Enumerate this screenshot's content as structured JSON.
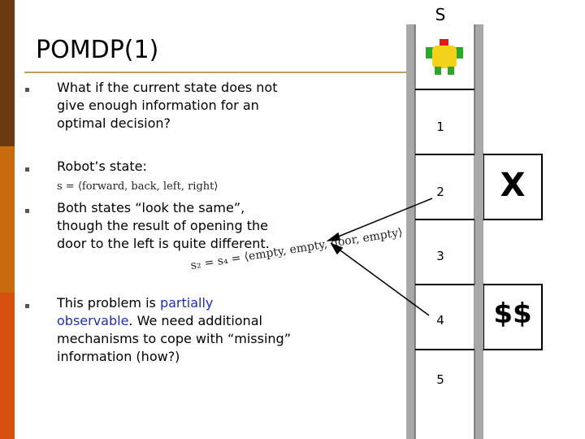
{
  "slide": {
    "title": "POMDP(1)",
    "bullets": [
      {
        "text": "What if the current state does not give enough information for an optimal decision?"
      },
      {
        "text": "Robot’s state:"
      },
      {
        "text": "Both states “look the same”, though the result of opening the door to the left is quite different."
      },
      {
        "text_before": "This problem is ",
        "highlight": "partially observable",
        "text_after": ". We need additional mechanisms to cope with “missing” information (how?)"
      }
    ],
    "formula_state": "s = ⟨forward, back, left, right⟩",
    "formula_s2s4": "s₂ = s₄ = ⟨empty, empty, door, empty⟩"
  },
  "grid": {
    "header": "S",
    "cells": [
      "1",
      "2",
      "3",
      "4",
      "5"
    ],
    "side_marks": {
      "x": "X",
      "dollars": "$$"
    }
  },
  "colors": {
    "stripe_top": "#6b3a0e",
    "stripe_mid": "#c86a10",
    "stripe_bot": "#d8500e",
    "highlight": "#1f2fb0",
    "robot_body": "#f2d21a",
    "robot_head": "#e01818",
    "robot_parts": "#2aa82a"
  }
}
